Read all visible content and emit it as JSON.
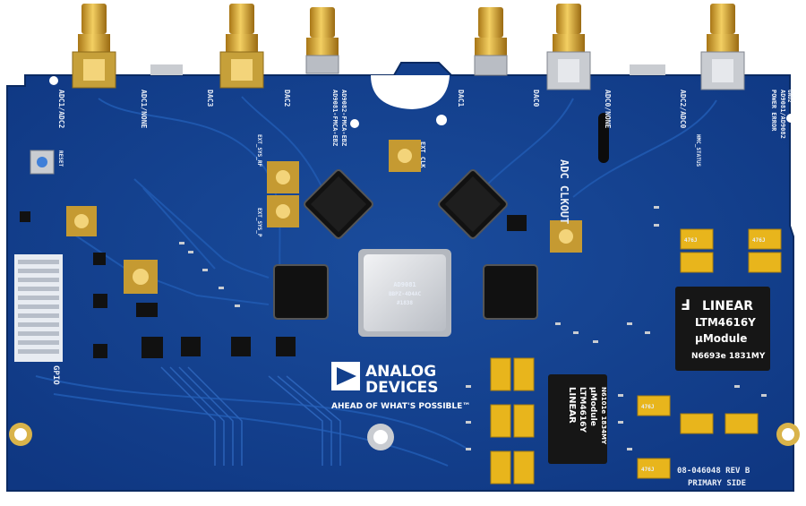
{
  "board": {
    "brand_top": "ANALOG",
    "brand_bottom": "DEVICES",
    "tagline": "AHEAD OF WHAT'S POSSIBLE™",
    "adc_clkout": "ADC CLKOUT",
    "rev": "08-046048 REV B",
    "side": "PRIMARY SIDE",
    "gpio": "GPIO",
    "reset": "RESET",
    "labels": {
      "adc1_adc2": "ADC1/ADC2",
      "adc1_none": "ADC1/NONE",
      "dac3": "DAC3",
      "dac2": "DAC2",
      "dac1": "DAC1",
      "dac0": "DAC0",
      "adc0_none": "ADC0/NONE",
      "adc2_adc0": "ADC2/ADC0",
      "part1": "AD9081-FMCA-EBZ",
      "part2": "AD9082-FMCA-EBZ",
      "ext_clk": "EXT CLK",
      "ext_sys_rf": "EXT_SYS_RF",
      "ext_sys_p": "EXT_SYS_P",
      "power_error": "POWER ERROR",
      "hmc_status": "HMC_STATUS",
      "ad9081_9082": "AD9081/AD9082",
      "gnd": "GND2"
    },
    "ltm_large": {
      "brand": "LINEAR",
      "part": "LTM4616Y",
      "sub": "µModule",
      "code": "N6693e 1831MY"
    },
    "ltm_small": {
      "brand": "LINEAR",
      "part": "LTM4616Y",
      "sub": "µModule",
      "code": "N6101e 1834MY"
    },
    "cap_label": "476J",
    "chip_marks": [
      "AD9081",
      "BBPZ-4D4AC",
      "#1838"
    ]
  },
  "colors": {
    "pcb": "#123f8c",
    "pcb_dark": "#0c2f6e",
    "gold": "#d4a12a",
    "silver": "#c9ccd1",
    "tantalum": "#e8b51c"
  }
}
